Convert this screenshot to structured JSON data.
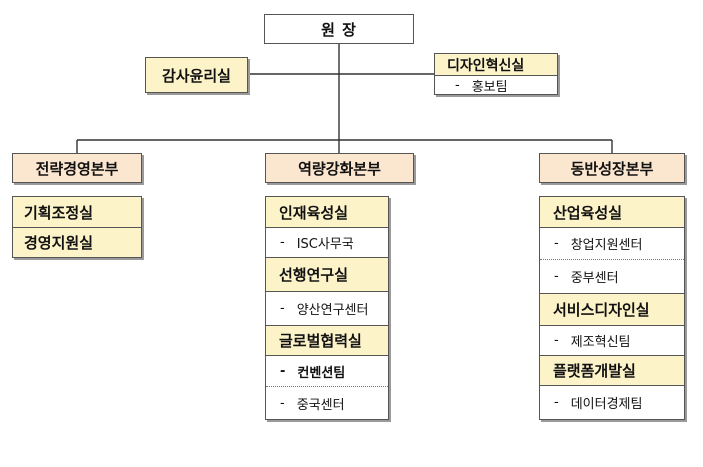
{
  "director": "원 장",
  "audit": "감사윤리실",
  "design": {
    "title": "디자인혁신실",
    "sub": "홍보팀"
  },
  "dash": "-",
  "divisions": [
    {
      "title": "전략경영본부",
      "teams": [
        "기획조정실",
        "경영지원실"
      ]
    },
    {
      "title": "역량강화본부",
      "groups": [
        {
          "head": "인재육성실",
          "subs": [
            "ISC사무국"
          ]
        },
        {
          "head": "선행연구실",
          "subs": [
            "양산연구센터"
          ]
        },
        {
          "head": "글로벌협력실",
          "subs": [
            "컨벤션팀",
            "중국센터"
          ]
        }
      ]
    },
    {
      "title": "동반성장본부",
      "groups": [
        {
          "head": "산업육성실",
          "subs": [
            "창업지원센터",
            "중부센터"
          ]
        },
        {
          "head": "서비스디자인실",
          "subs": [
            "제조혁신팀"
          ]
        },
        {
          "head": "플랫폼개발실",
          "subs": [
            "데이터경제팀"
          ]
        }
      ]
    }
  ],
  "colors": {
    "highlight": "#fdf3c9",
    "division": "#fbe6cf",
    "border": "#555555"
  }
}
